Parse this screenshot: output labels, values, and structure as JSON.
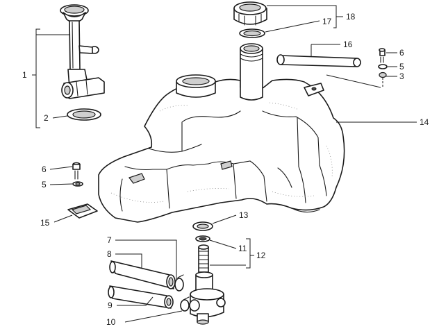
{
  "callouts": {
    "c1": "1",
    "c2": "2",
    "c3": "3",
    "c5a": "5",
    "c5b": "5",
    "c6a": "6",
    "c6b": "6",
    "c7": "7",
    "c8": "8",
    "c9": "9",
    "c10": "10",
    "c11": "11",
    "c12": "12",
    "c13": "13",
    "c14": "14",
    "c15": "15",
    "c16": "16",
    "c17": "17",
    "c18": "18"
  }
}
